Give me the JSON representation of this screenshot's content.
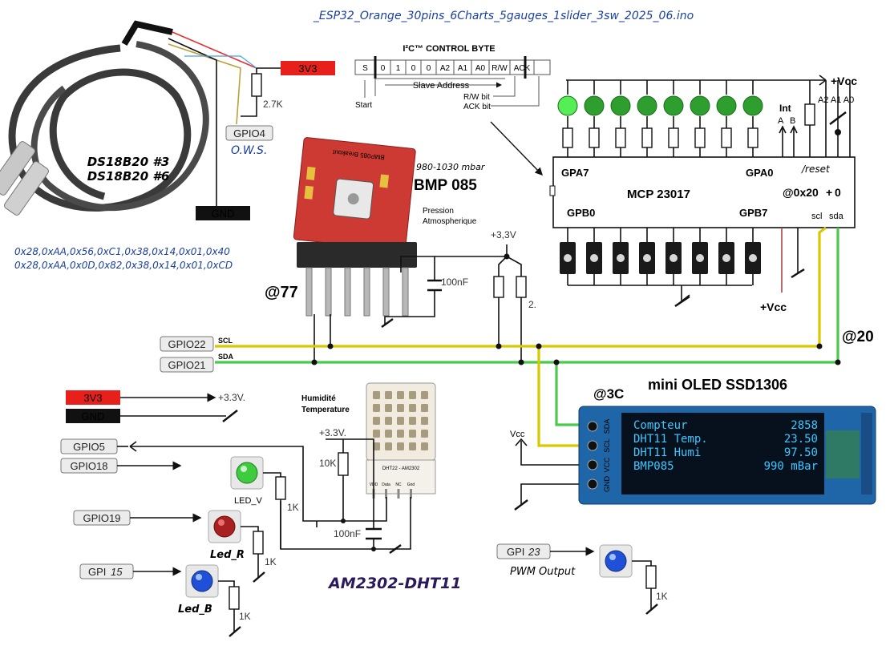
{
  "title": "_ESP32_Orange_30pins_6Charts_5gauges_1slider_3sw_2025_06.ino",
  "power": {
    "v33_top": "3V3",
    "v33_side": "3V3",
    "gnd_top": "GND",
    "gnd_side": "GND",
    "plus33_a": "+3.3V.",
    "plus33_b": "+3.3V.",
    "plus33_c": "+3,3V",
    "vcc_mcp": "+Vcc",
    "vcc_bottom": "+Vcc",
    "vcc_oled": "Vcc"
  },
  "ds18b20": {
    "line1": "DS18B20 #3",
    "line2": "DS18B20 #6",
    "addr1": "0x28,0xAA,0x56,0xC1,0x38,0x14,0x01,0x40",
    "addr2": "0x28,0xAA,0x0D,0x82,0x38,0x14,0x01,0xCD",
    "gpio": "GPIO4",
    "ows": "O.W.S.",
    "res": "2.7K"
  },
  "i2c": {
    "title": "I²C™ CONTROL BYTE",
    "bits": [
      "S",
      "0",
      "1",
      "0",
      "0",
      "A2",
      "A1",
      "A0",
      "R/W",
      "ACK"
    ],
    "slave_address": "Slave Address",
    "start": "Start",
    "rw_bit": "R/W bit",
    "ack_bit": "ACK bit"
  },
  "bmp085": {
    "range": "980-1030 mbar",
    "name": "BMP 085",
    "desc1": "Pression",
    "desc2": "Atmospherique",
    "addr": "@77",
    "cap": "100nF",
    "res": "2.",
    "board_text": "BMP085 Breakout"
  },
  "mcp": {
    "name": "MCP 23017",
    "gpa7": "GPA7",
    "gpa0": "GPA0",
    "gpb0": "GPB0",
    "gpb7": "GPB7",
    "addr": "@0x20",
    "plus": "+",
    "zero": "0",
    "int": "Int",
    "a": "A",
    "b": "B",
    "a_pins": "A2 A1 A0",
    "reset": "/reset",
    "scl": "scl",
    "sda": "sda",
    "bus_addr": "@20"
  },
  "bus": {
    "scl_gpio": "GPIO22",
    "sda_gpio": "GPIO21",
    "scl": "SCL",
    "sda": "SDA"
  },
  "dht": {
    "title1": "Humidité",
    "title2": "Temperature",
    "name": "AM2302-DHT11",
    "res": "10K",
    "cap": "100nF",
    "label": "DHT22 - AM2302",
    "pins": [
      "VDD",
      "Data",
      "NC",
      "Gnd"
    ]
  },
  "oled": {
    "name": "mini OLED SSD1306",
    "addr": "@3C",
    "pins": [
      "GND",
      "VCC",
      "SCL",
      "SDA"
    ],
    "lines": [
      {
        "k": "Compteur",
        "v": "2858"
      },
      {
        "k": "DHT11 Temp.",
        "v": "23.50"
      },
      {
        "k": "DHT11 Humi",
        "v": "97.50"
      },
      {
        "k": "BMP085",
        "v": "990  mBar"
      }
    ]
  },
  "leds": {
    "gpio5": "GPIO5",
    "gpio18": "GPIO18",
    "gpio19": "GPIO19",
    "gpio15_a": "GPI",
    "gpio15_b": "15",
    "led_v": "LED_V",
    "led_r": "Led_R",
    "led_b": "Led_B",
    "res_v": "1K",
    "res_r": "1K",
    "res_b": "1K"
  },
  "pwm": {
    "gpio_a": "GPI",
    "gpio_b": "23",
    "label": "PWM Output",
    "res": "1K"
  },
  "colors": {
    "red_box": "#e8201c",
    "scl_wire": "#d8c800",
    "sda_wire": "#4cc94c",
    "led_green": "#3ecb3e",
    "oled_text": "#39c8ff",
    "oled_board": "#1f66a8",
    "bmp_board": "#cc3a33",
    "title_blue": "#1a3fa0"
  }
}
